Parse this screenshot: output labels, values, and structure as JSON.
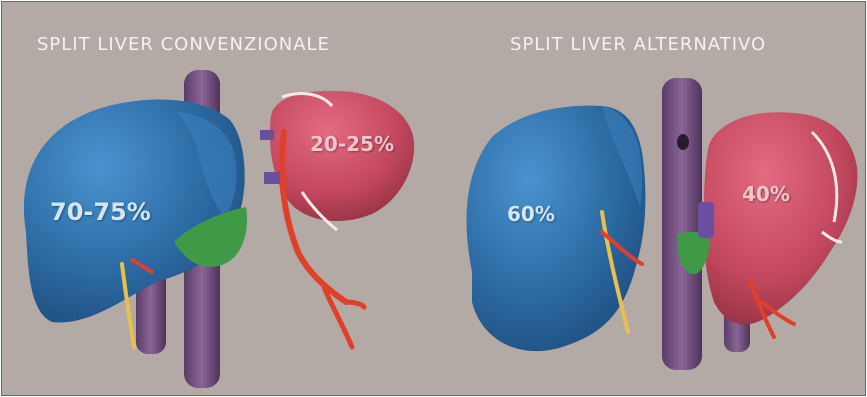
{
  "titles": {
    "left": "SPLIT LIVER CONVENZIONALE",
    "right": "SPLIT LIVER ALTERNATIVO"
  },
  "labels": {
    "left_large": "70-75%",
    "left_small": "20-25%",
    "right_large": "60%",
    "right_small": "40%"
  },
  "colors": {
    "background": "#b3aaa5",
    "liver_blue": "#2f6fa8",
    "liver_red": "#c0455c",
    "vena_cava": "#6f4d7a",
    "artery": "#e0402a",
    "bile_duct": "#e8c050",
    "segment_green": "#3f9a48"
  }
}
